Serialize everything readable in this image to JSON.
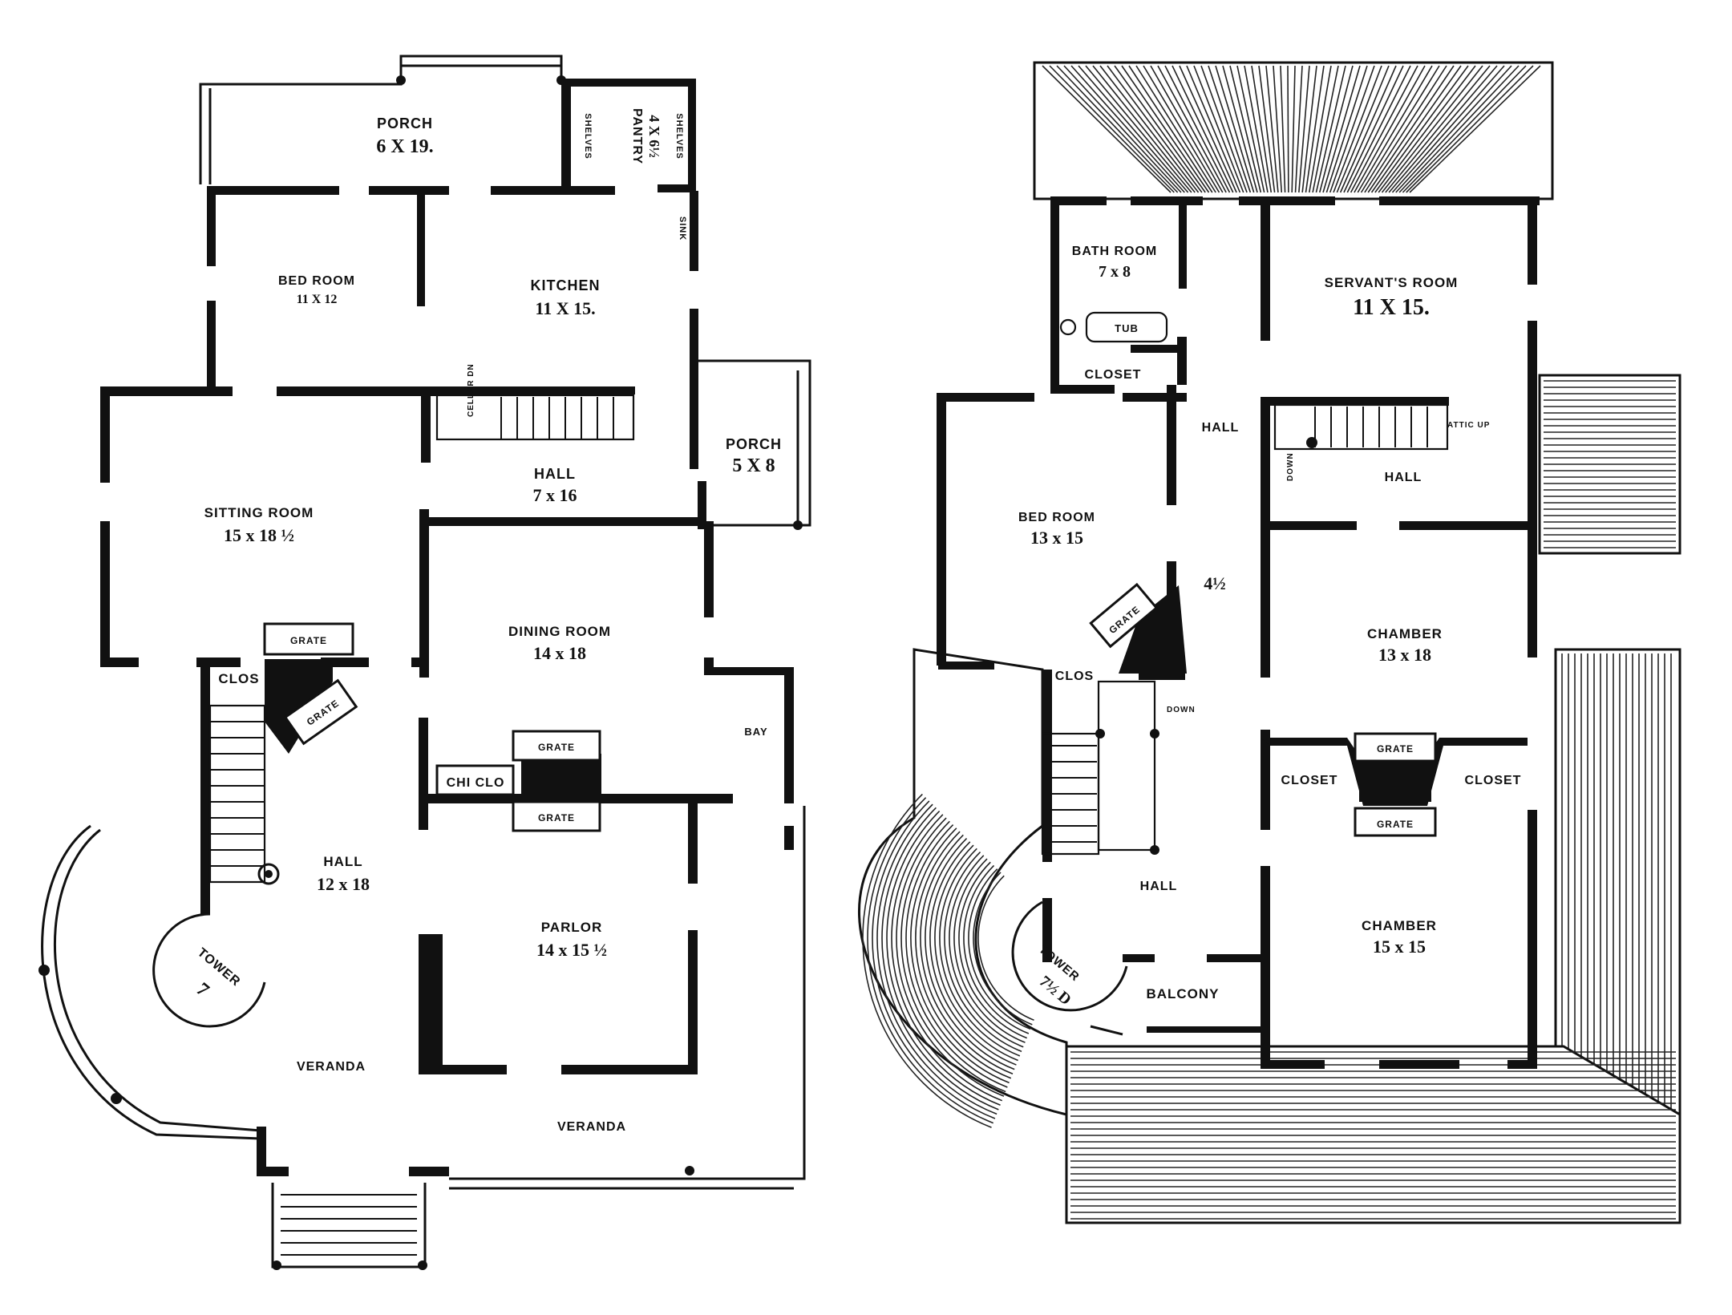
{
  "first_floor": {
    "porch_rear": {
      "name": "PORCH",
      "dim": "6 X 19."
    },
    "pantry": {
      "name": "PANTRY",
      "dim": "4 X 6½",
      "shelves_left": "SHELVES",
      "shelves_right": "SHELVES",
      "sink": "SINK"
    },
    "bed_room": {
      "name": "BED ROOM",
      "dim": "11 X 12"
    },
    "kitchen": {
      "name": "KITCHEN",
      "dim": "11 X 15."
    },
    "cellar_stair": "CELLAR DN",
    "porch_side": {
      "name": "PORCH",
      "dim": "5 X 8"
    },
    "hall_rear": {
      "name": "HALL",
      "dim": "7 x 16"
    },
    "sitting_room": {
      "name": "SITTING ROOM",
      "dim": "15 x 18 ½"
    },
    "dining_room": {
      "name": "DINING ROOM",
      "dim": "14 x 18"
    },
    "bay": "BAY",
    "grate_sitting": "GRATE",
    "clos": "CLOS",
    "grate_hall": "GRATE",
    "grate_dining": "GRATE",
    "china_closet": "CHI CLO",
    "grate_parlor": "GRATE",
    "hall_main": {
      "name": "HALL",
      "dim": "12 x 18"
    },
    "parlor": {
      "name": "PARLOR",
      "dim": "14 x 15 ½"
    },
    "tower": {
      "name": "TOWER",
      "dim": "7"
    },
    "veranda_left": "VERANDA",
    "veranda_front": "VERANDA"
  },
  "second_floor": {
    "bath_room": {
      "name": "BATH ROOM",
      "dim": "7 x 8"
    },
    "tub": "TUB",
    "servants_room": {
      "name": "SERVANT'S ROOM",
      "dim": "11 X 15."
    },
    "closet_bath": "CLOSET",
    "hall_small": "HALL",
    "attic_stair": "ATTIC UP",
    "down_stair": "DOWN",
    "hall_rear": "HALL",
    "bed_room": {
      "name": "BED ROOM",
      "dim": "13 x 15"
    },
    "hall_width": "4½",
    "grate_bed": "GRATE",
    "chamber_rear": {
      "name": "CHAMBER",
      "dim": "13 x 18"
    },
    "clos": "CLOS",
    "down_main": "DOWN",
    "grate_upper": "GRATE",
    "grate_lower": "GRATE",
    "closet_left": "CLOSET",
    "closet_right": "CLOSET",
    "hall_main": "HALL",
    "chamber_front": {
      "name": "CHAMBER",
      "dim": "15 x 15"
    },
    "tower": {
      "name": "TOWER",
      "dim": "7½ D"
    },
    "balcony": "BALCONY"
  }
}
